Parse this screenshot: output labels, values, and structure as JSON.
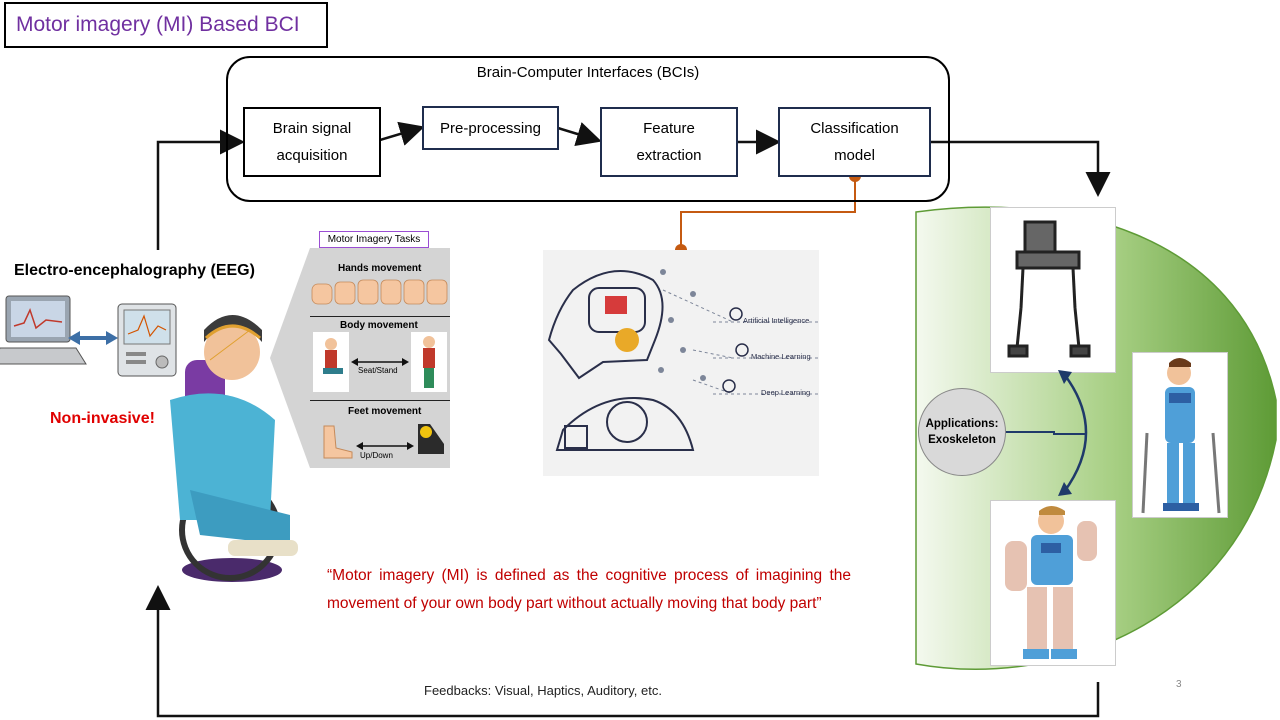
{
  "title": "Motor imagery (MI)  Based BCI",
  "bci": {
    "title": "Brain-Computer Interfaces (BCIs)",
    "steps": [
      {
        "line1": "Brain signal",
        "line2": "acquisition"
      },
      {
        "line1": "Pre-processing",
        "line2": ""
      },
      {
        "line1": "Feature",
        "line2": "extraction"
      },
      {
        "line1": "Classification",
        "line2": "model"
      }
    ]
  },
  "eeg": {
    "title": "Electro-encephalography (EEG)",
    "non_invasive": "Non-invasive!"
  },
  "tasks": {
    "label": "Motor Imagery Tasks",
    "hands": "Hands movement",
    "body": "Body movement",
    "body_sub": "Seat/Stand",
    "feet": "Feet movement",
    "feet_sub": "Up/Down"
  },
  "ai": {
    "items": [
      "Artificial Intelligence",
      "Machine Learning",
      "Deep Learning"
    ]
  },
  "applications": {
    "line1": "Applications:",
    "line2": "Exoskeleton"
  },
  "quote": "“Motor imagery (MI) is defined as the cognitive process of imagining the movement  of your own body part without actually moving that body part”",
  "feedback": "Feedbacks: Visual, Haptics, Auditory, etc.",
  "page_number": "3",
  "colors": {
    "title": "#7030a0",
    "non_invasive": "#e00000",
    "quote": "#c00000",
    "connector": "#c55a11",
    "green_dark": "#5e9b36",
    "green_light": "#f4f9ef"
  }
}
